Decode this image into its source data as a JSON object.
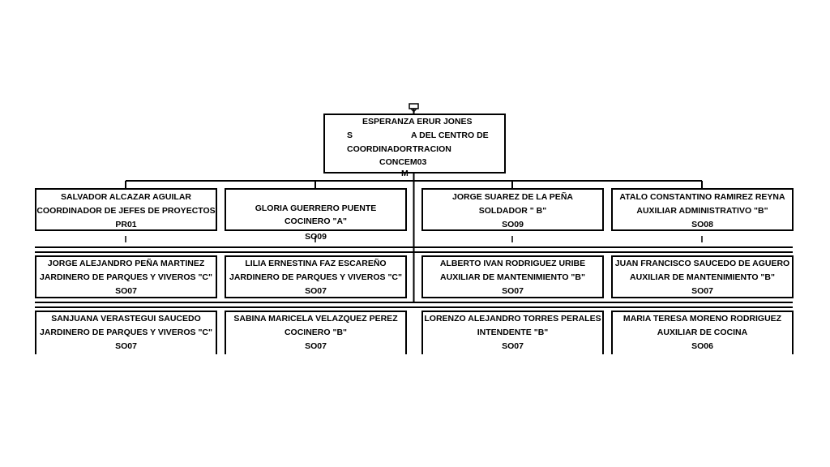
{
  "top": {
    "name": "ESPERANZA  ERUR JONES",
    "title_fragment_left": "S",
    "title_fragment_right": "A DEL CENTRO DE",
    "coordinador_label": "COORDINADOR",
    "coordinador_right": "TRACION",
    "code": "CONCEM03",
    "extra_char": "M"
  },
  "row1": [
    {
      "name": "SALVADOR ALCAZAR AGUILAR",
      "title": "COORDINADOR DE JEFES DE PROYECTOS",
      "code": "PR01"
    },
    {
      "name": "GLORIA GUERRERO PUENTE",
      "title": "COCINERO \"A\"",
      "code": "SO09"
    },
    {
      "name": "JORGE SUAREZ DE LA PEÑA",
      "title": "SOLDADOR \" B\"",
      "code": "SO09"
    },
    {
      "name": "ATALO CONSTANTINO RAMIREZ REYNA",
      "title": "AUXILIAR ADMINISTRATIVO \"B\"",
      "code": "SO08"
    }
  ],
  "row2": [
    {
      "name": "JORGE ALEJANDRO PEÑA MARTINEZ",
      "title": "JARDINERO DE PARQUES Y VIVEROS \"C\"",
      "code": "SO07"
    },
    {
      "name": "LILIA ERNESTINA FAZ ESCAREÑO",
      "title": "JARDINERO DE PARQUES Y VIVEROS \"C\"",
      "code": "SO07"
    },
    {
      "name": "ALBERTO IVAN RODRIGUEZ URIBE",
      "title": "AUXILIAR DE MANTENIMIENTO \"B\"",
      "code": "SO07"
    },
    {
      "name": "JUAN FRANCISCO SAUCEDO DE AGUERO",
      "title": "AUXILIAR DE MANTENIMIENTO \"B\"",
      "code": "SO07"
    }
  ],
  "row3": [
    {
      "name": "SANJUANA VERASTEGUI SAUCEDO",
      "title": "JARDINERO DE PARQUES Y VIVEROS \"C\"",
      "code": "SO07"
    },
    {
      "name": "SABINA MARICELA VELAZQUEZ PEREZ",
      "title": "COCINERO \"B\"",
      "code": "SO07"
    },
    {
      "name": "LORENZO ALEJANDRO TORRES PERALES",
      "title": "INTENDENTE \"B\"",
      "code": "SO07"
    },
    {
      "name": "MARIA TERESA MORENO RODRIGUEZ",
      "title": "AUXILIAR DE COCINA",
      "code": "SO06"
    }
  ]
}
